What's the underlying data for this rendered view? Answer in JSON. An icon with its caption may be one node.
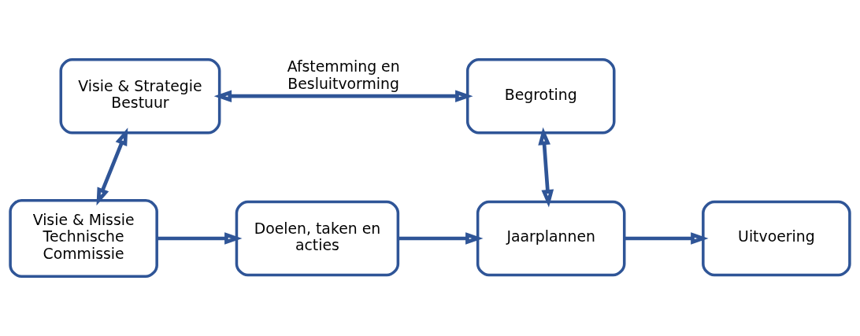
{
  "diagram": {
    "nodes": [
      {
        "text": [
          "Visie & Strategie Bestuur"
        ]
      },
      {
        "text": [
          "Begroting"
        ]
      },
      {
        "text": [
          "Visie & Missie Technische Commissie"
        ]
      },
      {
        "text": [
          "Doelen, taken en acties"
        ]
      },
      {
        "text": [
          "Jaarplannen"
        ]
      },
      {
        "text": [
          "Uitvoering"
        ]
      }
    ],
    "edges": [
      {
        "from": 0,
        "to": 1,
        "arrow": "both",
        "label": "Afstemming en Besluitvorming"
      },
      {
        "from": 0,
        "to": 2,
        "arrow": "both"
      },
      {
        "from": 1,
        "to": 4,
        "arrow": "both"
      },
      {
        "from": 2,
        "to": 3,
        "arrow": "to"
      },
      {
        "from": 3,
        "to": 4,
        "arrow": "to"
      },
      {
        "from": 4,
        "to": 5,
        "arrow": "to"
      }
    ]
  }
}
